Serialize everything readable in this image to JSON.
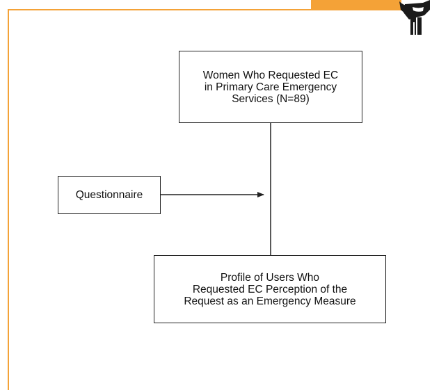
{
  "diagram": {
    "nodes": {
      "top": {
        "label": "Women Who Requested EC\nin Primary Care Emergency\nServices (N=89)"
      },
      "left": {
        "label": "Questionnaire"
      },
      "bottom": {
        "label": "Profile of Users Who\nRequested EC Perception of the\nRequest as an Emergency Measure"
      }
    },
    "edges": [
      {
        "from": "top",
        "to": "bottom",
        "style": "line"
      },
      {
        "from": "left",
        "to": "vertical-connector",
        "style": "arrow"
      }
    ]
  },
  "colors": {
    "accent": "#f4a237",
    "line": "#222222"
  }
}
